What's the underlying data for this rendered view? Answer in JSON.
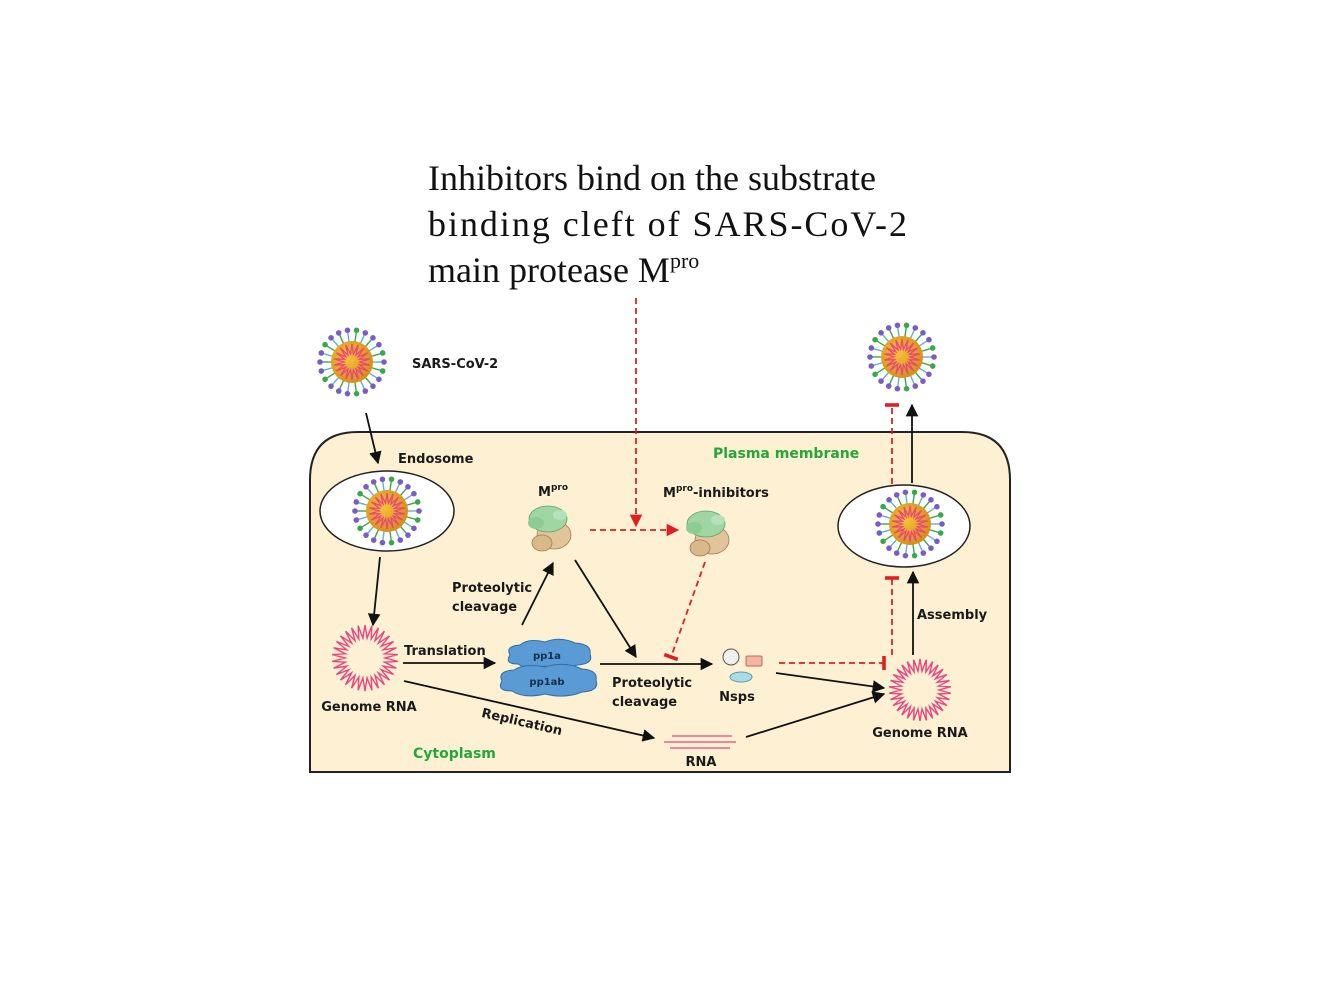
{
  "headline": {
    "line1": "Inhibitors bind on the substrate",
    "line2": "binding  cleft  of  SARS-CoV-2",
    "line3_text": "main protease M",
    "line3_sup": "pro"
  },
  "labels": {
    "virus": "SARS-CoV-2",
    "endosome": "Endosome",
    "plasma_membrane": "Plasma membrane",
    "cytoplasm": "Cytoplasm",
    "mpro_base": "M",
    "mpro_sup": "pro",
    "mpro_inhibitors_suffix": "-inhibitors",
    "proteolytic_1": "Proteolytic",
    "cleavage_1": "cleavage",
    "proteolytic_2": "Proteolytic",
    "cleavage_2": "cleavage",
    "translation": "Translation",
    "replication": "Replication",
    "genome_rna_left": "Genome RNA",
    "genome_rna_right": "Genome RNA",
    "pp1a": "pp1a",
    "pp1ab": "pp1ab",
    "nsps": "Nsps",
    "assembly": "Assembly",
    "rna": "RNA"
  },
  "colors": {
    "cell_fill": "#fdf0d3",
    "inhibition_red": "#e02020",
    "label_green": "#22a83a",
    "polyprotein_blue": "#5b9bd5",
    "rna_pink": "#e8467c"
  }
}
